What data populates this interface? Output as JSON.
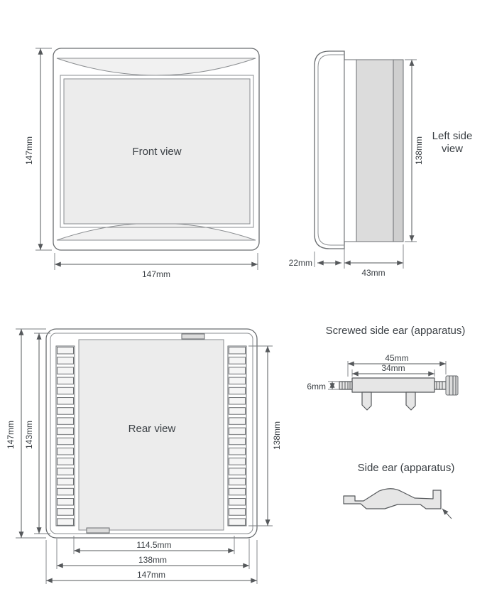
{
  "front_view": {
    "label": "Front view",
    "height": "147mm",
    "width": "147mm"
  },
  "side_view": {
    "label_line1": "Left side",
    "label_line2": "view",
    "height": "138mm",
    "bezel_depth": "22mm",
    "body_depth": "43mm"
  },
  "rear_view": {
    "label": "Rear view",
    "outer_height": "147mm",
    "inner_height": "143mm",
    "right_height": "138mm",
    "inner_width": "114.5mm",
    "mid_width": "138mm",
    "outer_width": "147mm"
  },
  "screwed_ear": {
    "title": "Screwed side ear (apparatus)",
    "total_width": "45mm",
    "body_width": "34mm",
    "height": "6mm"
  },
  "side_ear": {
    "title": "Side ear (apparatus)"
  },
  "colors": {
    "line": "#55585b",
    "fill_light": "#ececec",
    "fill_mid": "#dcdcdc",
    "text": "#3b4045"
  }
}
